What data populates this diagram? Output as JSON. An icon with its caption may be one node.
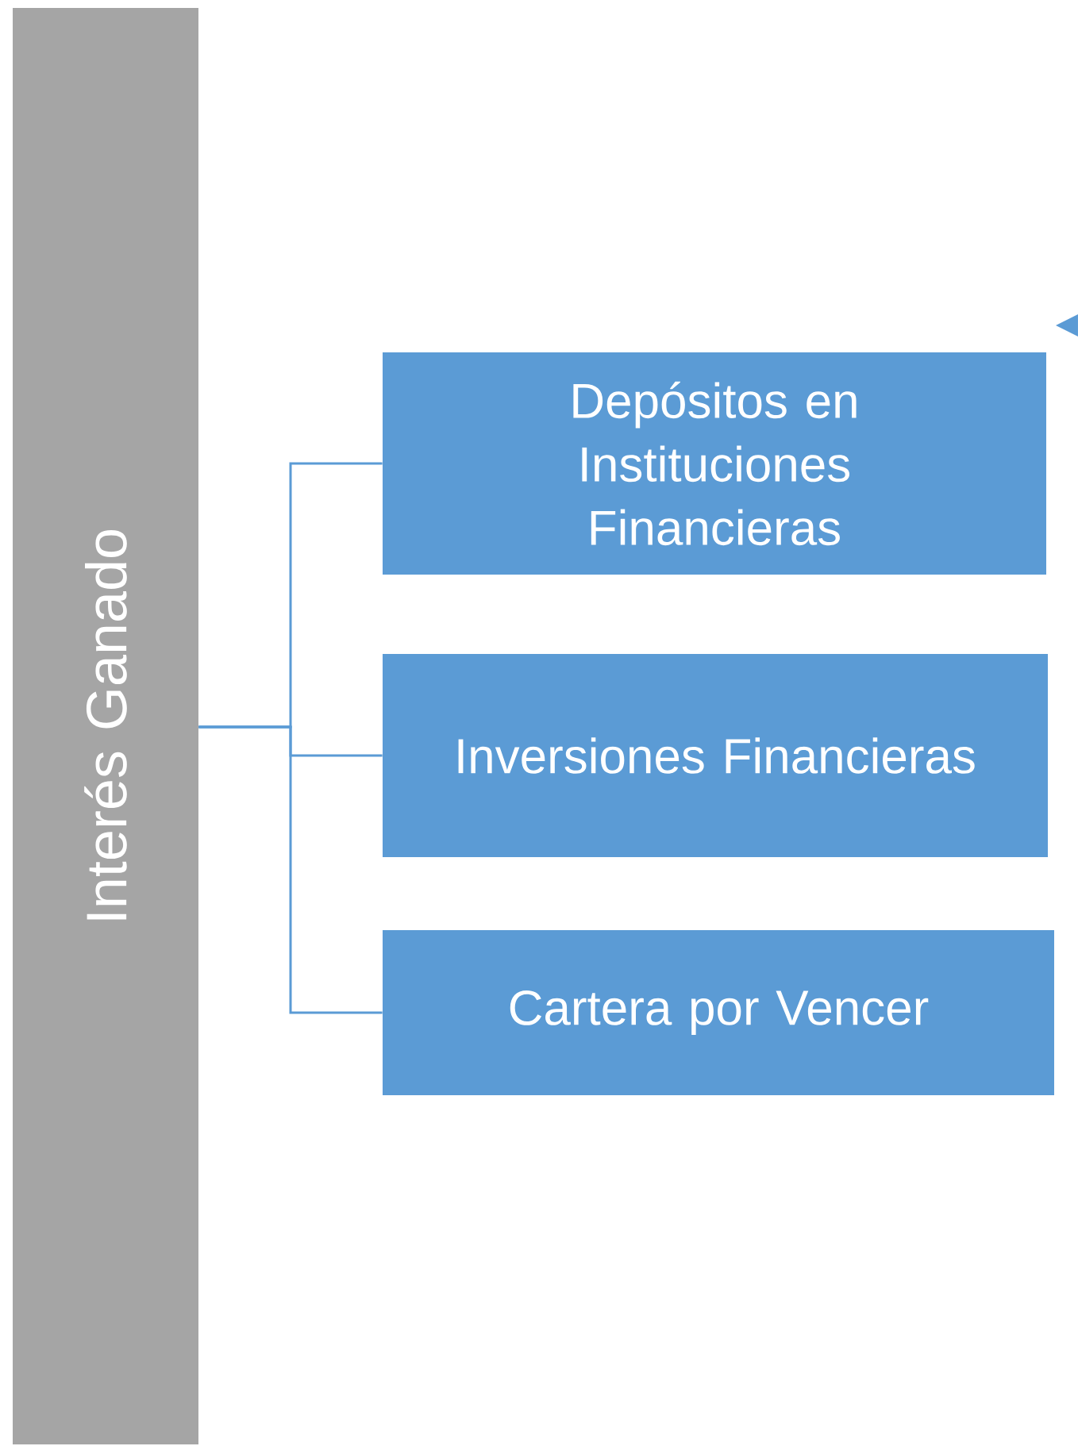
{
  "diagram": {
    "nodes": [
      {
        "text": [
          "Interés Ganado"
        ]
      },
      {
        "text": [
          "Depósitos en Instituciones Financieras"
        ]
      },
      {
        "text": [
          "Inversiones Financieras"
        ]
      },
      {
        "text": [
          "Cartera por Vencer"
        ]
      }
    ],
    "edges": [
      {
        "from": 0,
        "to": 1,
        "arrow": "none"
      },
      {
        "from": 0,
        "to": 2,
        "arrow": "none"
      },
      {
        "from": 0,
        "to": 3,
        "arrow": "none"
      }
    ]
  }
}
